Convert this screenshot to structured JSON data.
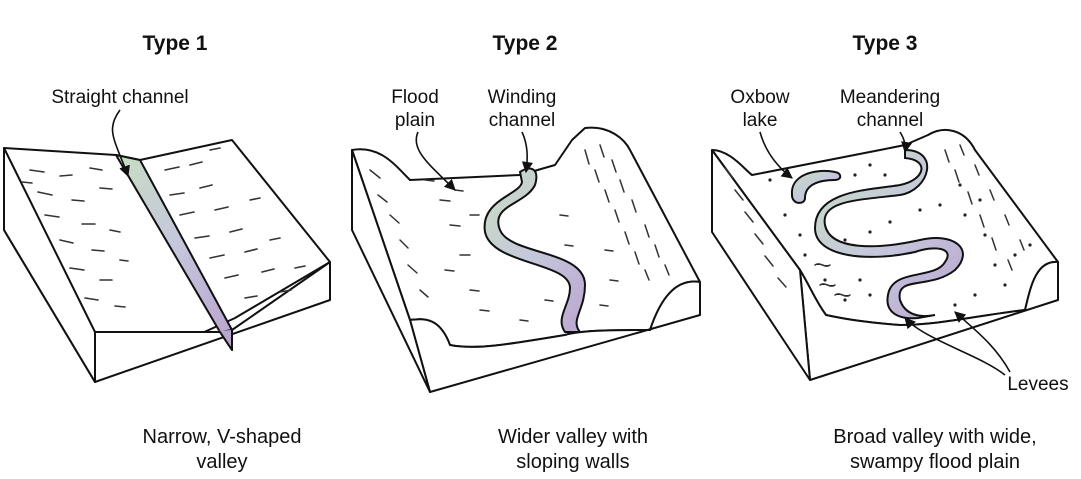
{
  "panels": [
    {
      "title": "Type 1",
      "labels": {
        "straight_channel": "Straight channel"
      },
      "caption": {
        "line1": "Narrow, V-shaped",
        "line2": "valley"
      }
    },
    {
      "title": "Type 2",
      "labels": {
        "flood_plain_l1": "Flood",
        "flood_plain_l2": "plain",
        "winding_channel_l1": "Winding",
        "winding_channel_l2": "channel"
      },
      "caption": {
        "line1": "Wider valley with",
        "line2": "sloping walls"
      }
    },
    {
      "title": "Type 3",
      "labels": {
        "oxbow_lake_l1": "Oxbow",
        "oxbow_lake_l2": "lake",
        "meandering_channel_l1": "Meandering",
        "meandering_channel_l2": "channel",
        "levees": "Levees"
      },
      "caption": {
        "line1": "Broad valley with wide,",
        "line2": "swampy flood plain"
      }
    }
  ],
  "colors": {
    "outline": "#111111",
    "channel_light": "#d9e6cf",
    "channel_mid": "#c2c9d9",
    "channel_dark": "#b7a7c9",
    "block_face": "#ffffff"
  }
}
